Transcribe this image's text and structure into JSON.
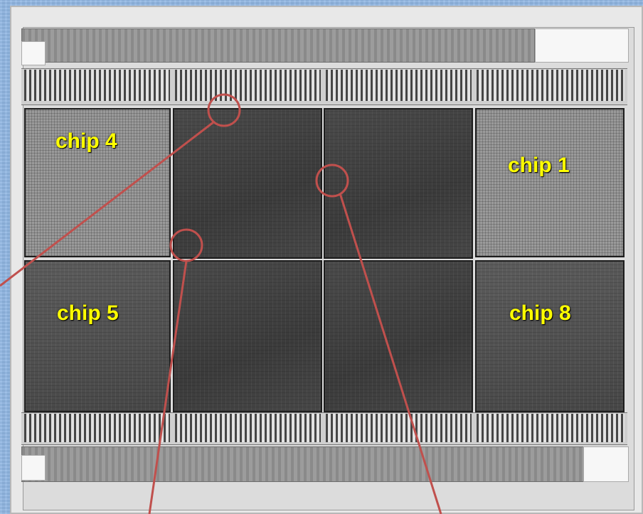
{
  "photo": {
    "subject": "multi-chip detector module",
    "chips": [
      {
        "id": "chip-4",
        "label": "chip 4",
        "shade": "light"
      },
      {
        "id": "chip-2",
        "label": "",
        "shade": "dark"
      },
      {
        "id": "chip-3",
        "label": "",
        "shade": "dark"
      },
      {
        "id": "chip-1",
        "label": "chip 1",
        "shade": "light"
      },
      {
        "id": "chip-5",
        "label": "chip 5",
        "shade": "mid"
      },
      {
        "id": "chip-6",
        "label": "",
        "shade": "dark"
      },
      {
        "id": "chip-7",
        "label": "",
        "shade": "dark"
      },
      {
        "id": "chip-8",
        "label": "chip 8",
        "shade": "mid"
      }
    ],
    "annotation_color": "#c0504d",
    "label_color": "#ffff00"
  }
}
